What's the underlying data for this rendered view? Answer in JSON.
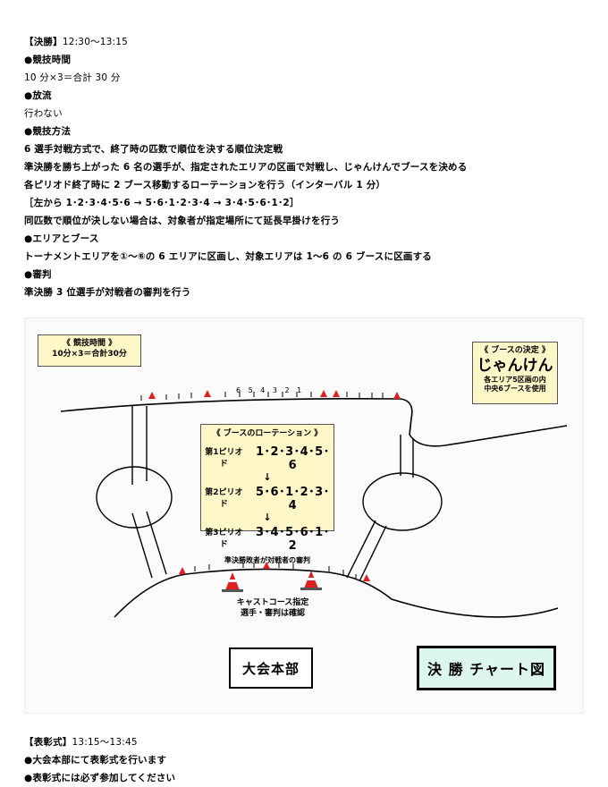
{
  "lines": [
    {
      "bold": "【決勝】",
      "plain": "12:30～13:15"
    },
    {
      "bold": "●競技時間",
      "plain": ""
    },
    {
      "bold": "",
      "plain": "10 分×3＝合計 30 分"
    },
    {
      "bold": "●放流",
      "plain": ""
    },
    {
      "bold": "",
      "plain": "行わない"
    },
    {
      "bold": "●競技方法",
      "plain": ""
    },
    {
      "bold": "6 選手対戦方式で、終了時の匹数で順位を決する順位決定戦",
      "plain": ""
    },
    {
      "bold": "準決勝を勝ち上がった 6 名の選手が、指定されたエリアの区画で対戦し、じゃんけんでブースを決める",
      "plain": ""
    },
    {
      "bold": "各ピリオド終了時に 2 ブース移動するローテーションを行う（インターバル 1 分）",
      "plain": ""
    },
    {
      "bold": "［左から 1･2･3･4･5･6 → 5･6･1･2･3･4 → 3･4･5･6･1･2］",
      "plain": ""
    },
    {
      "bold": "同匹数で順位が決しない場合は、対象者が指定場所にて延長早掛けを行う",
      "plain": ""
    },
    {
      "bold": "●エリアとブース",
      "plain": ""
    },
    {
      "bold": "トーナメントエリアを①～⑥の 6 エリアに区画し、対象エリアは 1～6 の 6 ブースに区画する",
      "plain": ""
    },
    {
      "bold": "●審判",
      "plain": ""
    },
    {
      "bold": "準決勝 3 位選手が対戦者の審判を行う",
      "plain": ""
    }
  ],
  "diagram": {
    "time_box": {
      "title": "《 競技時間 》",
      "value": "10分×3＝合計30分"
    },
    "booth_box": {
      "title": "《 ブースの決定 》",
      "big": "じゃんけん",
      "note1": "各エリア5区画の内",
      "note2": "中央6ブースを使用"
    },
    "booth_numbers": "6 5 4 3 2 1",
    "rotation": {
      "title": "《 ブースのローテーション 》",
      "rows": [
        {
          "label": "第1ピリオド",
          "seq": "1･2･3･4･5･6"
        },
        {
          "label": "第2ピリオド",
          "seq": "5･6･1･2･3･4"
        },
        {
          "label": "第3ピリオド",
          "seq": "3･4･5･6･1･2"
        }
      ],
      "arrow": "↓",
      "note": "準決勝敗者が対戦者の審判"
    },
    "cast_note1": "キャストコース指定",
    "cast_note2": "選手・審判は確認",
    "hq_label": "大会本部",
    "chart_label": "決 勝 チャート図"
  },
  "footer": [
    {
      "bold": "【表彰式】",
      "plain": "13:15～13:45"
    },
    {
      "bold": "●大会本部にて表彰式を行います",
      "plain": ""
    },
    {
      "bold": "●表彰式には必ず参加してください",
      "plain": ""
    }
  ]
}
